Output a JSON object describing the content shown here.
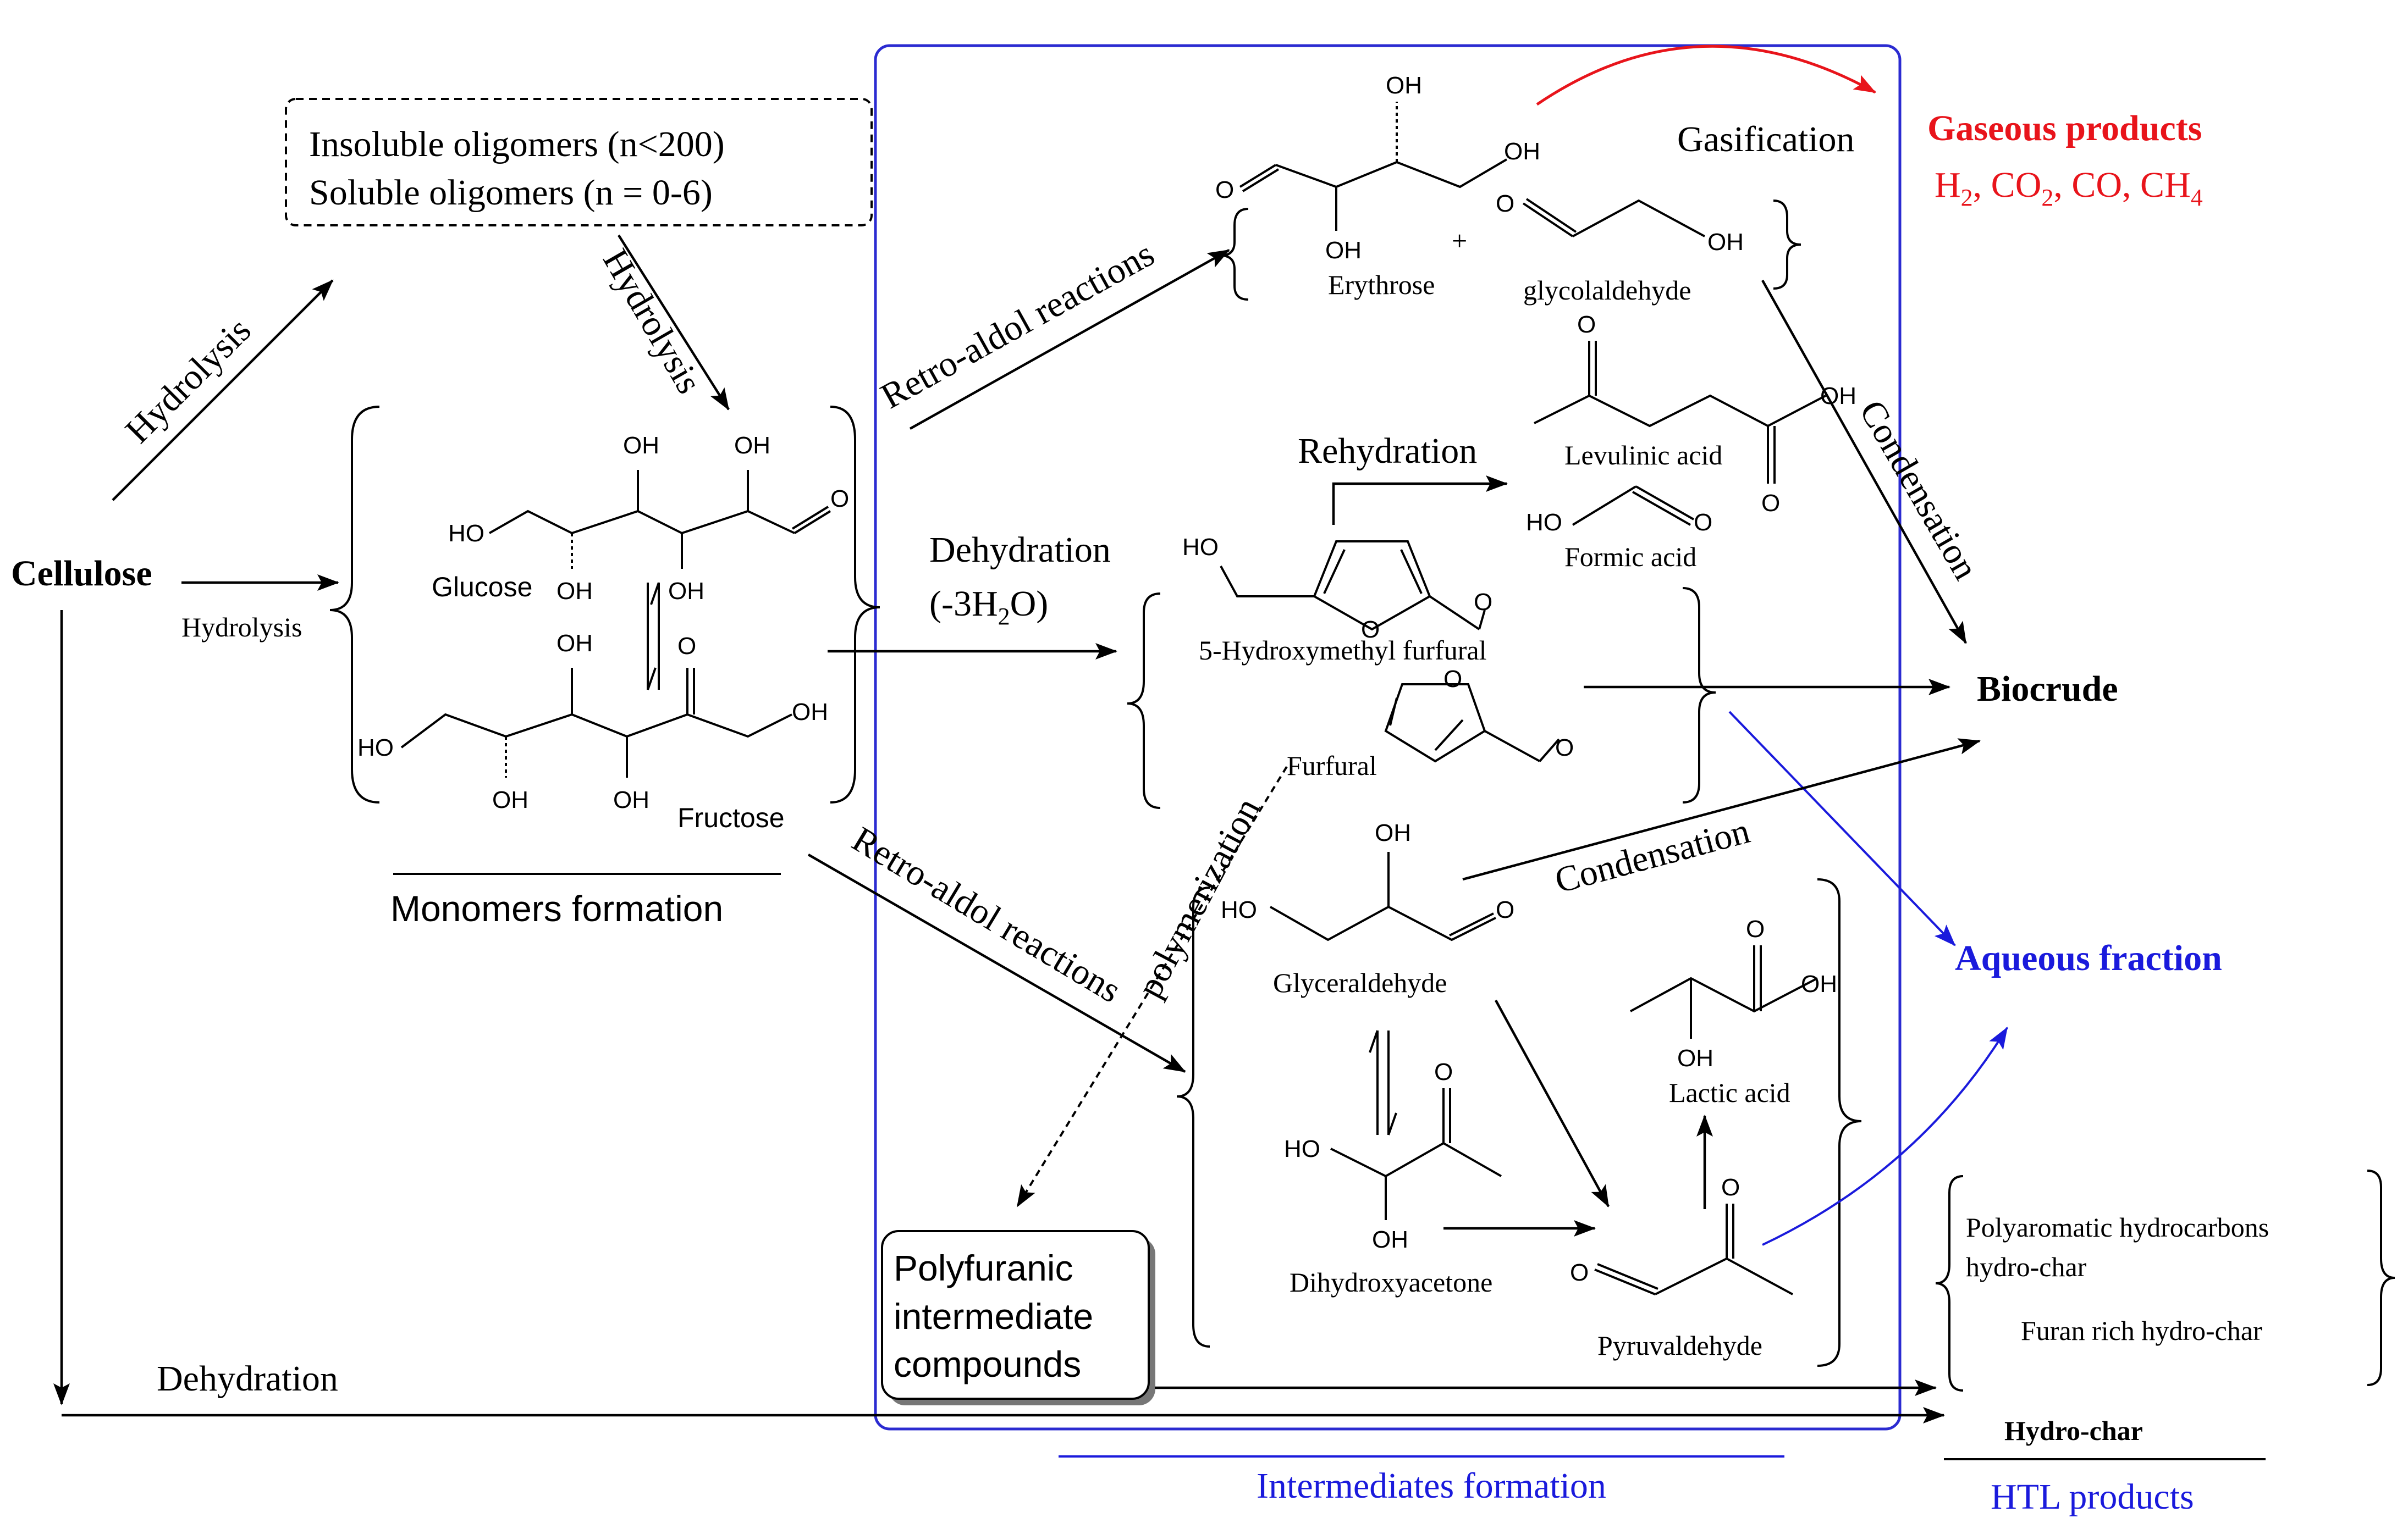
{
  "colors": {
    "black": "#000000",
    "red": "#e8141b",
    "blue": "#1a1adc",
    "frame_blue": "#2b2bd1"
  },
  "labels": {
    "cellulose": "Cellulose",
    "hydrolysis_top": "Hydrolysis",
    "hydrolysis_left": "Hydrolysis",
    "hydrolysis_down": "Hydrolysis",
    "oligomers_insoluble": "Insoluble oligomers (n<200)",
    "oligomers_soluble": "Soluble oligomers (n = 0-6)",
    "glucose": "Glucose",
    "fructose": "Fructose",
    "monomers_formation": "Monomers formation",
    "retro_aldol_upper": "Retro-aldol reactions",
    "retro_aldol_lower": "Retro-aldol reactions",
    "erythrose": "Erythrose",
    "plus": "+",
    "glycolaldehyde": "glycolaldehyde",
    "gasification": "Gasification",
    "gaseous_products": "Gaseous products",
    "gas_list_h": "H",
    "gas_list_2a": "2",
    "gas_list_co": ", CO",
    "gas_list_2b": "2",
    "gas_list_rest": ", CO, CH",
    "gas_list_4": "4",
    "rehydration": "Rehydration",
    "levulinic_acid": "Levulinic acid",
    "formic_acid": "Formic acid",
    "dehydration_main": "Dehydration",
    "dehydration_water_a": "(-3H",
    "dehydration_water_sub": "2",
    "dehydration_water_b": "O)",
    "hmf": "5-Hydroxymethyl furfural",
    "furfural": "Furfural",
    "condensation_right": "Condensation",
    "condensation_mid": "Condensation",
    "biocrude": "Biocrude",
    "polymerization": "polymerization",
    "glyceraldehyde": "Glyceraldehyde",
    "dihydroxyacetone": "Dihydroxyacetone",
    "lactic_acid": "Lactic acid",
    "pyruvaldehyde": "Pyruvaldehyde",
    "aqueous_fraction": "Aqueous fraction",
    "polyfuranic_1": "Polyfuranic",
    "polyfuranic_2": "intermediate",
    "polyfuranic_3": "compounds",
    "polyaromatic_1": "Polyaromatic hydrocarbons",
    "polyaromatic_2": "hydro-char",
    "furan_rich": "Furan rich hydro-char",
    "hydro_char": "Hydro-char",
    "htl_products": "HTL products",
    "dehydration_bottom": "Dehydration",
    "intermediates_formation": "Intermediates formation"
  },
  "atoms": {
    "oh": "OH",
    "ho": "HO",
    "o": "O"
  }
}
